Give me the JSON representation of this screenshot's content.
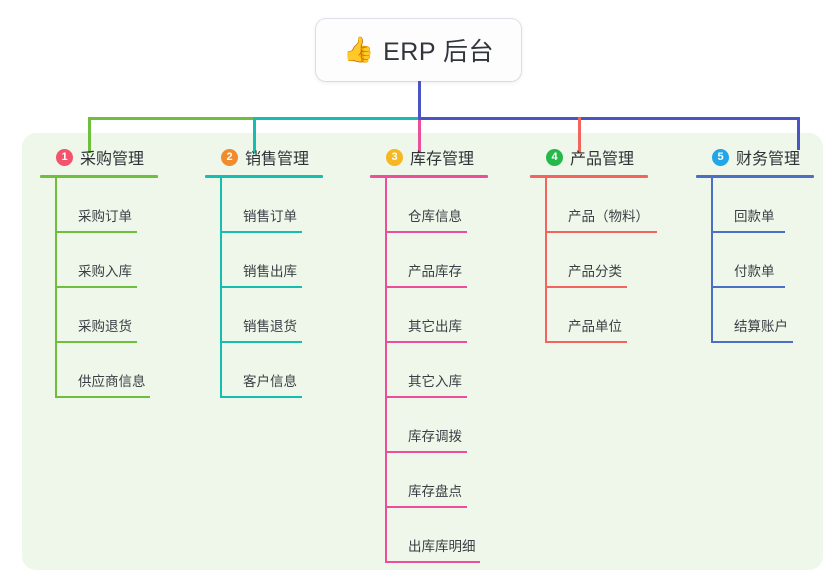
{
  "root": {
    "emoji": "👍",
    "emoji_name": "thumbs-up-icon",
    "title": "ERP 后台"
  },
  "palette": {
    "panel_bg": "#eef7e9",
    "page_bg": "#ffffff",
    "root_stem": "#4a54c4",
    "bus_green": "#6fbf3f",
    "bus_teal": "#15bfb0",
    "bus_blue": "#4a54c4",
    "text_dark": "#2f3338"
  },
  "columns": [
    {
      "index": "1",
      "badge_color": "#f2546e",
      "line_color": "#6fbf3f",
      "drop_color": "#6fbf3f",
      "title": "采购管理",
      "underline_width": 118,
      "items": [
        {
          "label": "采购订单",
          "underline_width": 80
        },
        {
          "label": "采购入库",
          "underline_width": 80
        },
        {
          "label": "采购退货",
          "underline_width": 80
        },
        {
          "label": "供应商信息",
          "underline_width": 93
        }
      ]
    },
    {
      "index": "2",
      "badge_color": "#f08c2e",
      "line_color": "#15bfb0",
      "drop_color": "#15bfb0",
      "title": "销售管理",
      "underline_width": 118,
      "items": [
        {
          "label": "销售订单",
          "underline_width": 80
        },
        {
          "label": "销售出库",
          "underline_width": 80
        },
        {
          "label": "销售退货",
          "underline_width": 80
        },
        {
          "label": "客户信息",
          "underline_width": 80
        }
      ]
    },
    {
      "index": "3",
      "badge_color": "#f5b723",
      "line_color": "#ec4e9c",
      "drop_color": "#ec4e9c",
      "title": "库存管理",
      "underline_width": 118,
      "items": [
        {
          "label": "仓库信息",
          "underline_width": 80
        },
        {
          "label": "产品库存",
          "underline_width": 80
        },
        {
          "label": "其它出库",
          "underline_width": 80
        },
        {
          "label": "其它入库",
          "underline_width": 80
        },
        {
          "label": "库存调拨",
          "underline_width": 80
        },
        {
          "label": "库存盘点",
          "underline_width": 80
        },
        {
          "label": "出库库明细",
          "underline_width": 93
        }
      ]
    },
    {
      "index": "4",
      "badge_color": "#27b84a",
      "line_color": "#f4645f",
      "drop_color": "#f4645f",
      "title": "产品管理",
      "underline_width": 118,
      "items": [
        {
          "label": "产品（物料）",
          "underline_width": 110
        },
        {
          "label": "产品分类",
          "underline_width": 80
        },
        {
          "label": "产品单位",
          "underline_width": 80
        }
      ]
    },
    {
      "index": "5",
      "badge_color": "#21a6e8",
      "line_color": "#4a6fc4",
      "drop_color": "#4a6fc4",
      "title": "财务管理",
      "underline_width": 118,
      "items": [
        {
          "label": "回款单",
          "underline_width": 72
        },
        {
          "label": "付款单",
          "underline_width": 72
        },
        {
          "label": "结算账户",
          "underline_width": 80
        }
      ]
    }
  ]
}
